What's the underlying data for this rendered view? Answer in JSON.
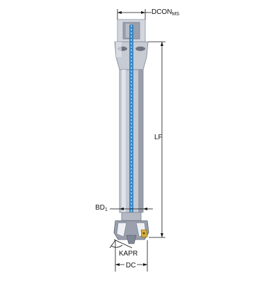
{
  "labels": {
    "dcon_main": "DCON",
    "dcon_sub": "MS",
    "lf": "LF",
    "bd_main": "BD",
    "bd_sub": "1",
    "kapr": "KAPR",
    "dc": "DC"
  },
  "colors": {
    "body": "#c5c9d3",
    "body_dark": "#8c93a1",
    "body_light": "#e3e6ec",
    "coolant": "#2e86c9",
    "coolant_light": "#7cc0ee",
    "line": "#111111",
    "insert": "#d9b13a"
  }
}
